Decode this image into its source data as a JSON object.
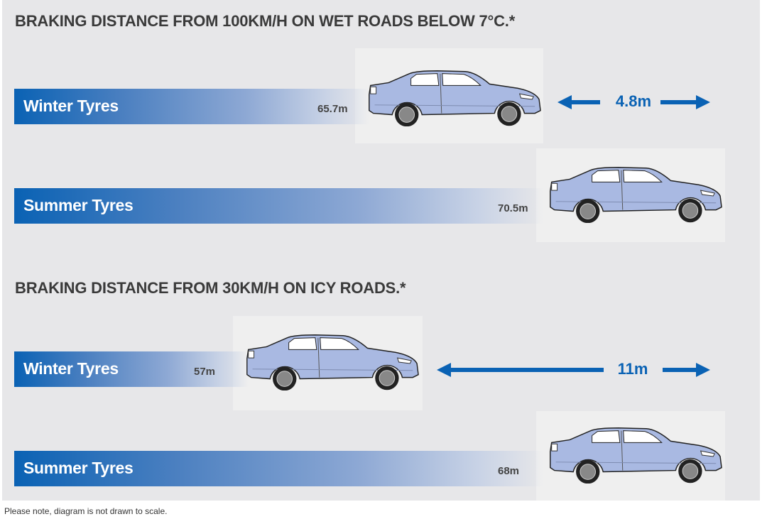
{
  "chart_data": {
    "type": "bar",
    "title": "Braking distance comparison: winter vs summer tyres",
    "groups": [
      {
        "title": "BRAKING DISTANCE FROM 100KM/H ON WET ROADS BELOW 7°C.*",
        "categories": [
          "Winter Tyres",
          "Summer Tyres"
        ],
        "values": [
          65.7,
          70.5
        ],
        "value_labels": [
          "65.7m",
          "70.5m"
        ],
        "difference_label": "4.8m",
        "difference": 4.8
      },
      {
        "title": "BRAKING DISTANCE FROM 30KM/H ON ICY ROADS.*",
        "categories": [
          "Winter Tyres",
          "Summer Tyres"
        ],
        "values": [
          57,
          68
        ],
        "value_labels": [
          "57m",
          "68m"
        ],
        "difference_label": "11m",
        "difference": 11
      }
    ],
    "unit": "m"
  },
  "note": "Please note, diagram is not drawn to scale.",
  "colors": {
    "accent": "#0a62b4",
    "car": "#a9b9e2",
    "panel": "#e7e7e9"
  }
}
